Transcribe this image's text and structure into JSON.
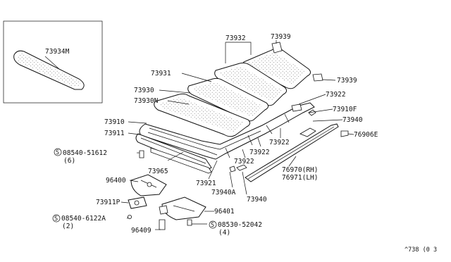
{
  "labels": {
    "p73934M": "73934M",
    "p73932": "73932",
    "p73939a": "73939",
    "p73939b": "73939",
    "p73931": "73931",
    "p73930": "73930",
    "p73930N": "73930N",
    "p73922a": "73922",
    "p73910F": "73910F",
    "p73910": "73910",
    "p73911": "73911",
    "p73940a": "73940",
    "p76906E": "76906E",
    "screw1": "08540-51612",
    "screw1_qty": "(6)",
    "p73922b": "73922",
    "p73922c": "73922",
    "p73922d": "73922",
    "p73965": "73965",
    "p96400": "96400",
    "p76970": "76970(RH)",
    "p76971": "76971(LH)",
    "p73921": "73921",
    "p73940A": "73940A",
    "p73940b": "73940",
    "p73911P": "73911P",
    "p96401": "96401",
    "screw2": "08540-6122A",
    "screw2_qty": "(2)",
    "screw3": "08530-52042",
    "screw3_qty": "(4)",
    "p96409": "96409",
    "s_mark": "S",
    "ref_code": "^738 (0 3"
  }
}
